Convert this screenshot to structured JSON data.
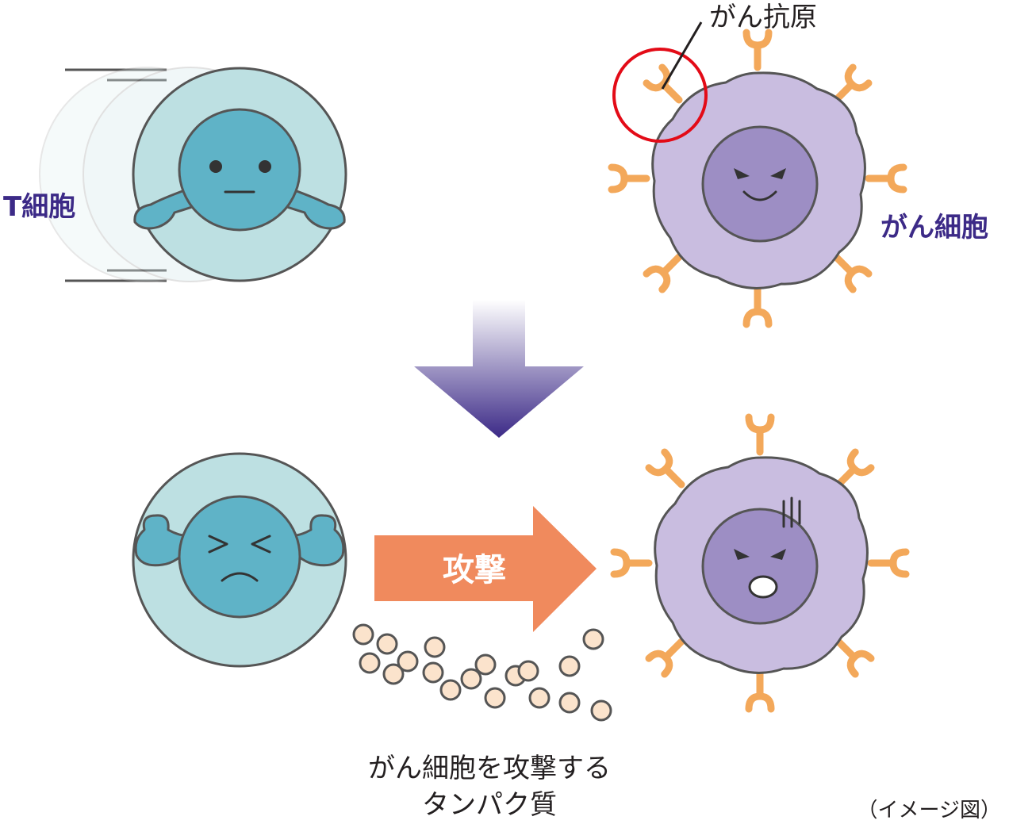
{
  "labels": {
    "t_cell": "T細胞",
    "cancer_cell": "がん細胞",
    "cancer_antigen": "がん抗原",
    "attack": "攻撃",
    "protein_line1": "がん細胞を攻撃する",
    "protein_line2": "タンパク質",
    "image_note": "（イメージ図）"
  },
  "colors": {
    "t_cell_outer": "#bde0e2",
    "t_cell_body": "#5fb3c7",
    "cancer_outer": "#c9bde0",
    "cancer_body": "#9d8ec4",
    "antigen": "#f3a85a",
    "attack_arrow": "#f08a5d",
    "down_arrow_top": "#ffffff",
    "down_arrow_bottom": "#3c2a87",
    "highlight_ring": "#e30b17",
    "protein_fill": "#fbe3cc",
    "outline": "#555555",
    "label_purple": "#3c2a87"
  }
}
